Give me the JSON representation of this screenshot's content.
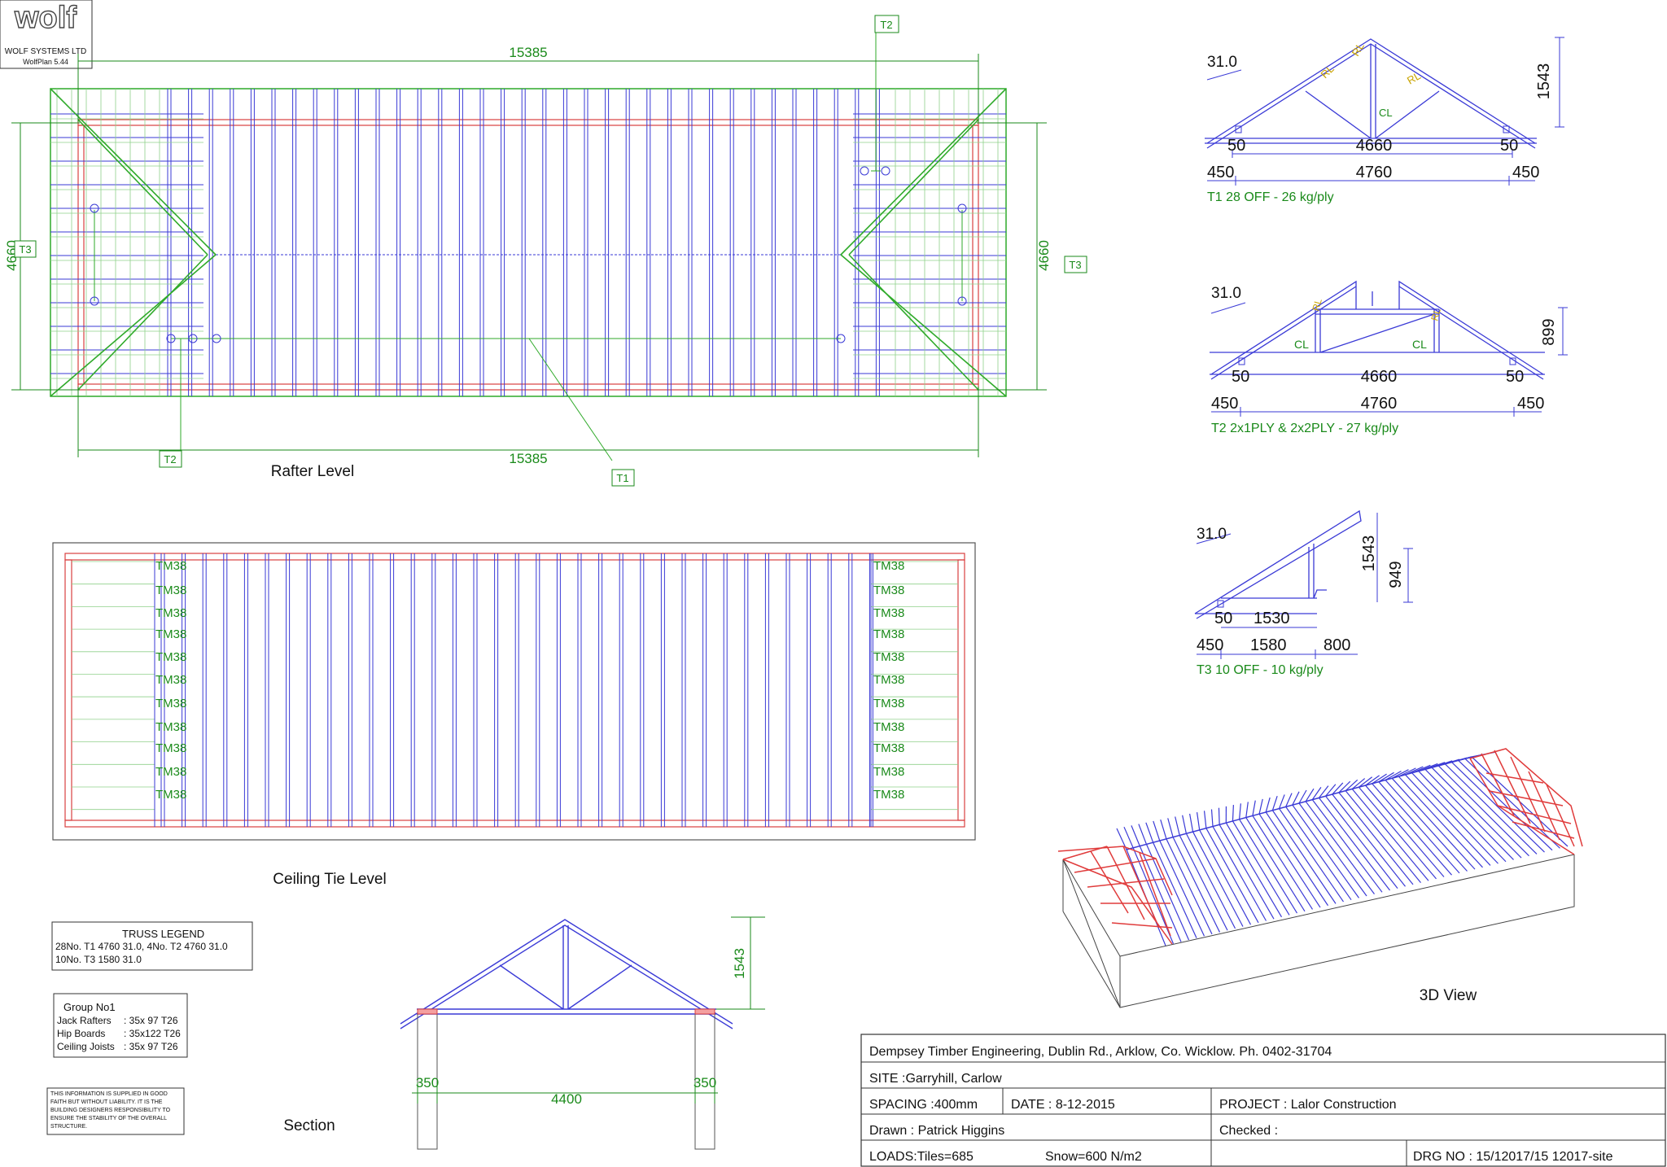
{
  "logo": {
    "wordmark": "wolf",
    "company": "WOLF SYSTEMS LTD",
    "version": "WolfPlan 5.44"
  },
  "rafter_level": {
    "title": "Rafter Level",
    "dim_top": "15385",
    "dim_bottom": "15385",
    "dim_left": "4660",
    "dim_right": "4660",
    "tags": {
      "t2_top": "T2",
      "t2_bottom": "T2",
      "t1_bottom": "T1",
      "t3_left": "T3",
      "t3_right": "T3"
    }
  },
  "ceiling_tie_level": {
    "title": "Ceiling Tie Level",
    "hanger_label": "TM38"
  },
  "truss_t1": {
    "pitch": "31.0",
    "height": "1543",
    "web_labels": {
      "rl1": "RL",
      "rl2": "RL",
      "rl3": "RL",
      "cl": "CL"
    },
    "bearing_left": "50",
    "span_inner": "4660",
    "bearing_right": "50",
    "overhang_left": "450",
    "span": "4760",
    "overhang_right": "450",
    "caption": "T1  28 OFF - 26 kg/ply"
  },
  "truss_t2": {
    "pitch": "31.0",
    "height": "899",
    "web_labels": {
      "rl1": "RL",
      "rl2": "RL",
      "cl1": "CL",
      "cl2": "CL"
    },
    "bearing_left": "50",
    "span_inner": "4660",
    "bearing_right": "50",
    "overhang_left": "450",
    "span": "4760",
    "overhang_right": "450",
    "caption": "T2  2x1PLY  &  2x2PLY - 27 kg/ply"
  },
  "truss_t3": {
    "pitch": "31.0",
    "height_outer": "1543",
    "height_inner": "949",
    "bearing": "50",
    "span_inner": "1530",
    "overhang": "450",
    "span": "1580",
    "tail": "800",
    "caption": "T3  10 OFF - 10 kg/ply"
  },
  "view_3d": {
    "title": "3D View"
  },
  "truss_legend": {
    "title": "TRUSS LEGEND",
    "line1": "28No. T1  4760 31.0, 4No.  T2  4760 31.0",
    "line2": "10No. T3  1580 31.0"
  },
  "group_legend": {
    "title": "Group No1",
    "rows": [
      {
        "name": "Jack Rafters",
        "value": ": 35x 97 T26"
      },
      {
        "name": "Hip Boards",
        "value": ": 35x122 T26"
      },
      {
        "name": "Ceiling Joists",
        "value": ": 35x 97 T26"
      }
    ]
  },
  "disclaimer": [
    "THIS INFORMATION IS SUPPLIED IN GOOD",
    "FAITH BUT WITHOUT LIABILITY. IT IS THE",
    "BUILDING DESIGNERS RESPONSIBILITY TO",
    "ENSURE THE STABILITY OF THE OVERALL",
    "STRUCTURE."
  ],
  "section": {
    "title": "Section",
    "height": "1543",
    "bearing_left": "350",
    "span": "4400",
    "bearing_right": "350"
  },
  "title_block": {
    "company_line": "Dempsey Timber Engineering, Dublin Rd., Arklow, Co. Wicklow. Ph. 0402-31704",
    "site": "SITE :Garryhill, Carlow",
    "spacing": "SPACING :400mm",
    "date": "DATE : 8-12-2015",
    "project": "PROJECT : Lalor Construction",
    "drawn": "Drawn : Patrick Higgins",
    "checked": "Checked :",
    "loads": "LOADS:Tiles=685",
    "snow": "Snow=600 N/m2",
    "drg_no": "DRG NO : 15/12017/15 12017-site"
  },
  "colors": {
    "dimension": "#1a8a1a",
    "rafter": "#3a3ad6",
    "hip": "#2faa2a",
    "wallplate": "#d94040",
    "text": "#111111"
  }
}
